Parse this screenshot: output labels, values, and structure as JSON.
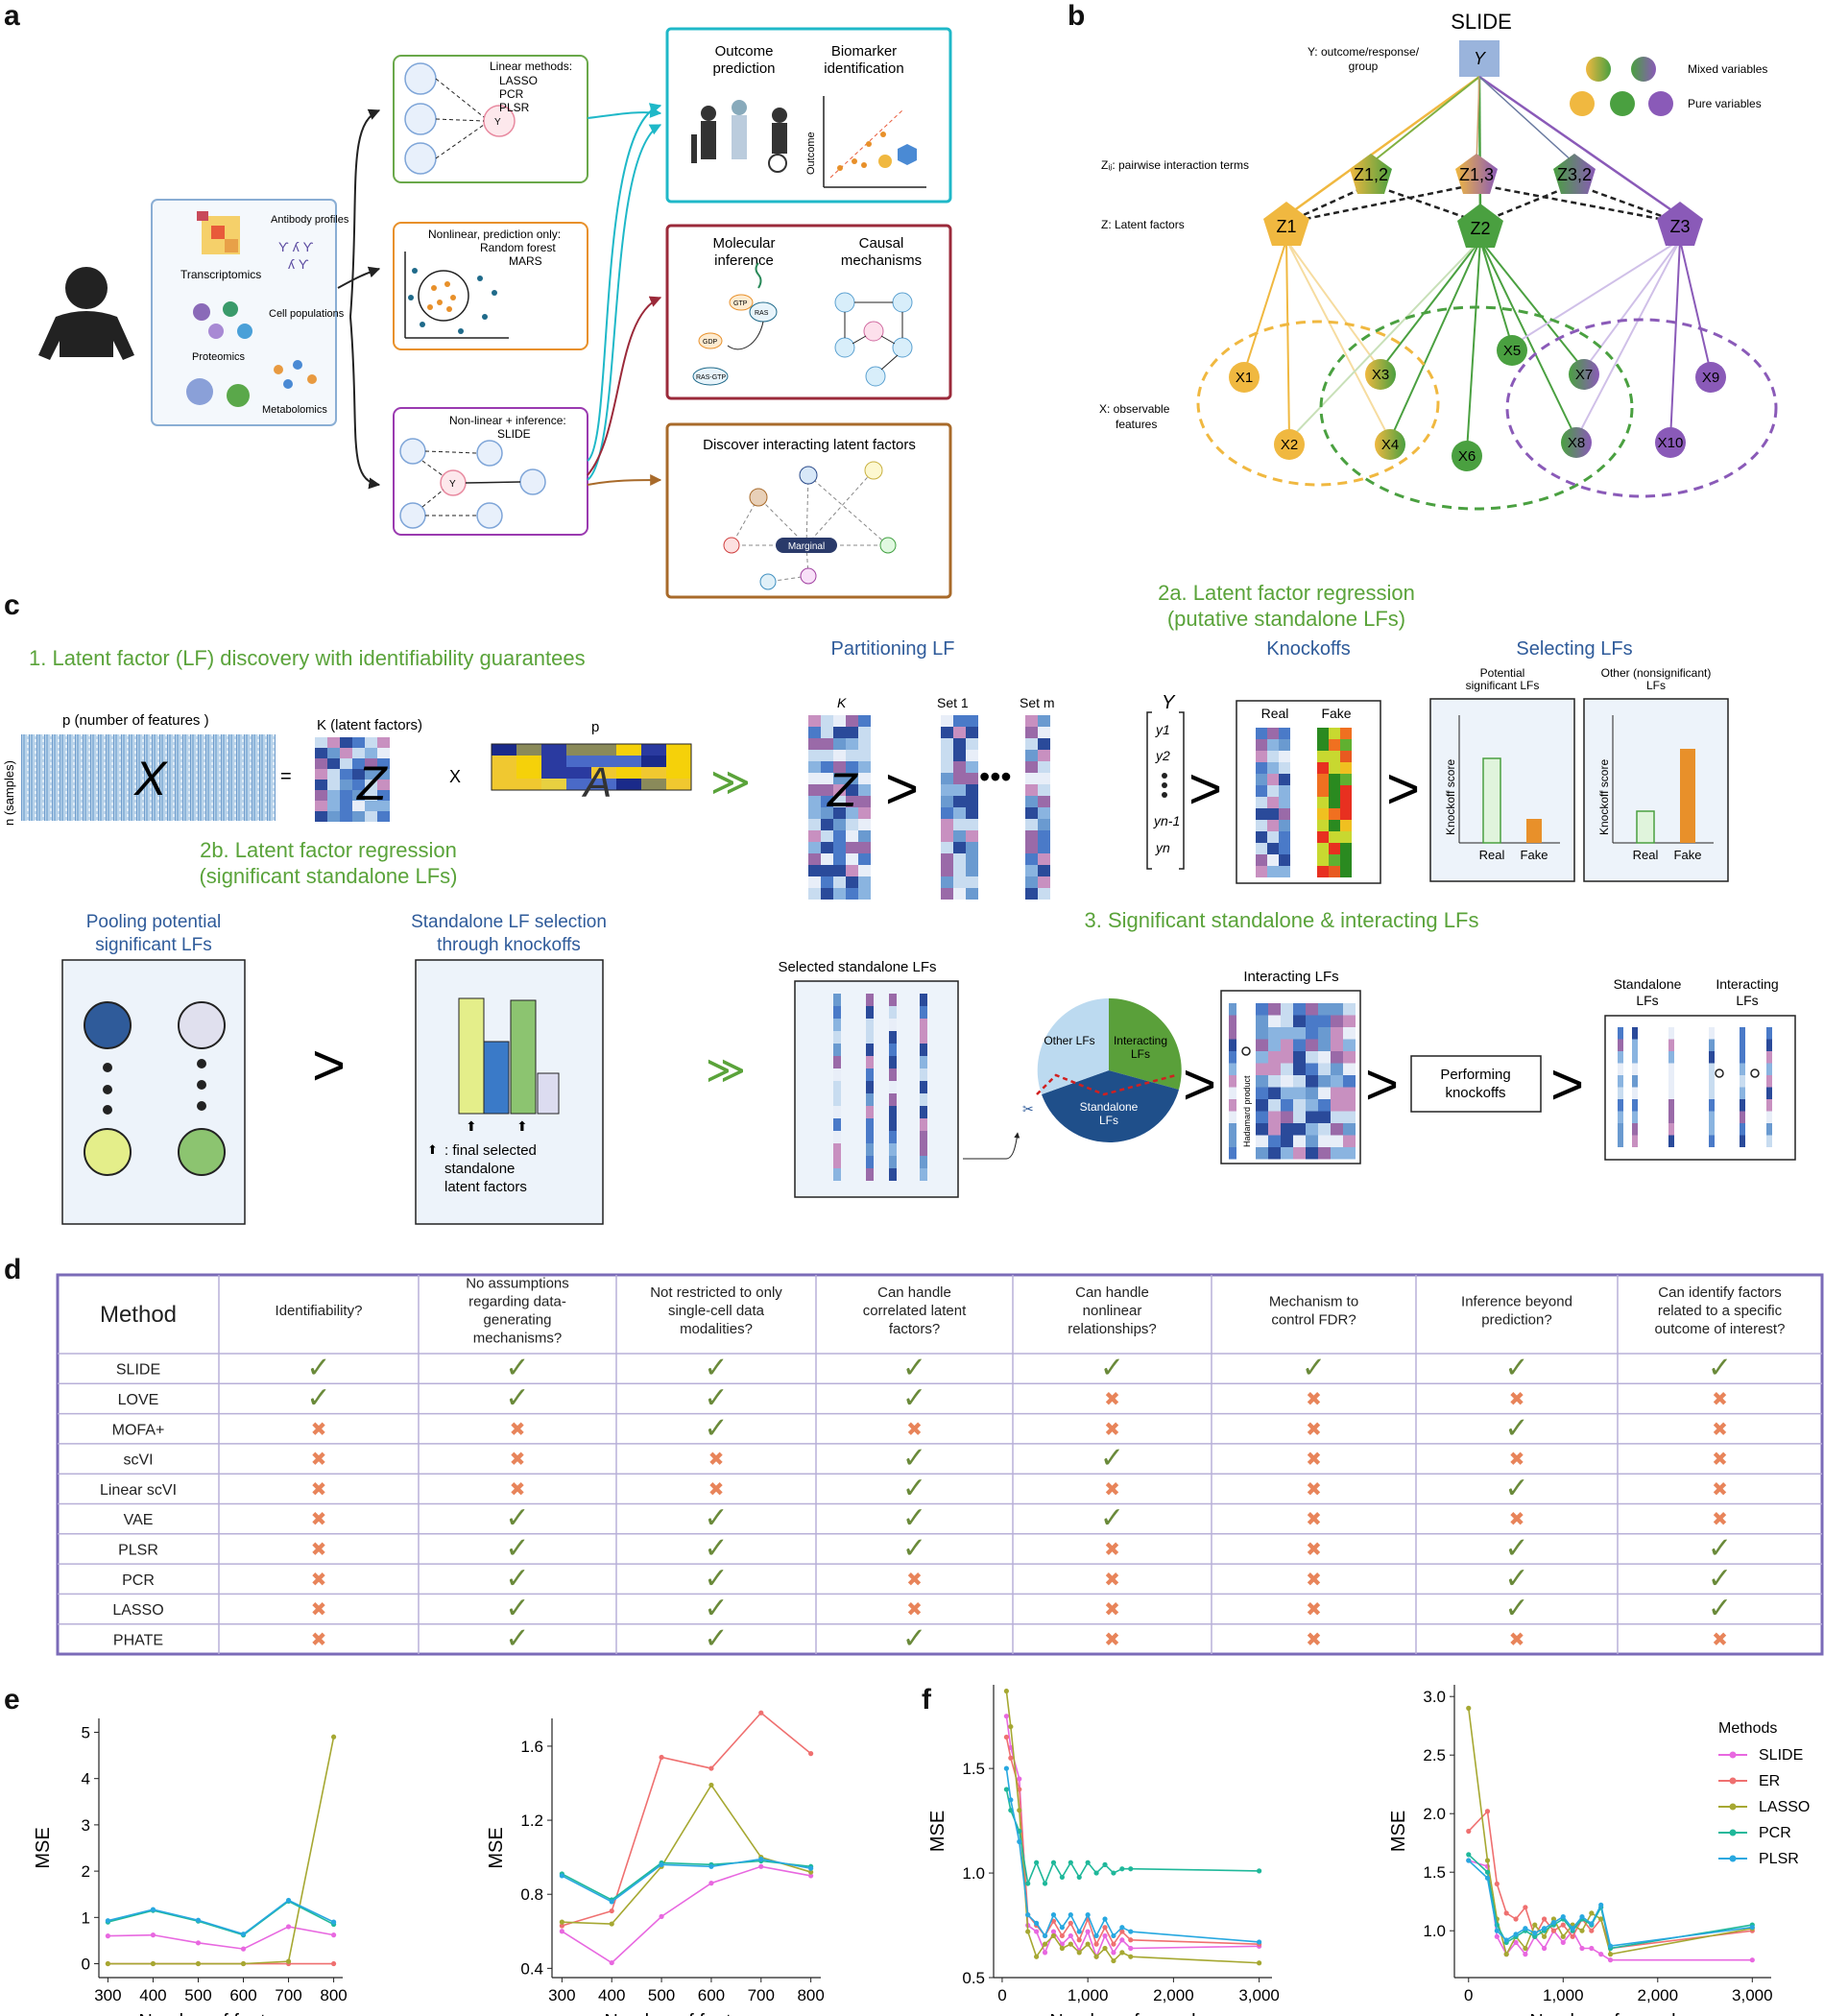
{
  "panel_labels": [
    "a",
    "b",
    "c",
    "d",
    "e",
    "f"
  ],
  "a": {
    "data_types": [
      "Transcriptomics",
      "Antibody profiles",
      "Cell populations",
      "Proteomics",
      "Metabolomics"
    ],
    "linear_box": {
      "title": "Linear methods:",
      "items": [
        "LASSO",
        "PCR",
        "PLSR"
      ],
      "node": "Y"
    },
    "nonlinear_box": {
      "title": "Nonlinear, prediction only:",
      "items": [
        "Random forest",
        "MARS"
      ]
    },
    "slide_box": {
      "title": "Non-linear + inference:",
      "items": [
        "SLIDE"
      ],
      "node": "Y"
    },
    "outcome_box": {
      "col1": [
        "Outcome",
        "prediction"
      ],
      "col2": [
        "Biomarker",
        "identification"
      ],
      "axis": "Outcome"
    },
    "molecular_box": {
      "col1": [
        "Molecular",
        "inference"
      ],
      "col2": [
        "Causal",
        "mechanisms"
      ],
      "molecules": [
        "GTP",
        "RAS",
        "GDP",
        "RAS-GTP"
      ]
    },
    "discover_box": {
      "title": "Discover interacting latent factors",
      "center": "Marginal"
    }
  },
  "b": {
    "title": "SLIDE",
    "y_label": [
      "Y: outcome/response/",
      "group"
    ],
    "y_node": "Y",
    "legend": {
      "mixed": "Mixed variables",
      "pure": "Pure variables"
    },
    "zij_label": "Zᵢⱼ: pairwise interaction terms",
    "z_label": "Z: Latent factors",
    "x_label": [
      "X: observable",
      "features"
    ],
    "z_nodes": [
      "Z1",
      "Z2",
      "Z3"
    ],
    "zij_nodes": [
      "Z1,2",
      "Z1,3",
      "Z3,2"
    ],
    "x_nodes": [
      "X1",
      "X2",
      "X3",
      "X4",
      "X5",
      "X6",
      "X7",
      "X8",
      "X9",
      "X10"
    ]
  },
  "c": {
    "step1": "1. Latent factor (LF) discovery with identifiability guarantees",
    "p_label": "p (number of features )",
    "n_label": "n (samples)",
    "k_label": "K (latent factors)",
    "p2": "p",
    "X": "X",
    "Z": "Z",
    "A": "A",
    "eq": "=",
    "times": "X",
    "partition_title": "Partitioning LF",
    "partition_cols": [
      "K",
      "Set 1",
      "Set m"
    ],
    "step2a": [
      "2a. Latent factor regression",
      "(putative standalone LFs)"
    ],
    "knockoffs_title": "Knockoffs",
    "real": "Real",
    "fake": "Fake",
    "y_vec": [
      "Y",
      "y1",
      "y2",
      "yn-1",
      "yn"
    ],
    "selecting_title": "Selecting LFs",
    "potential": [
      "Potential",
      "significant LFs"
    ],
    "other": [
      "Other (nonsignificant)",
      "LFs"
    ],
    "knockoff_score": "Knockoff score",
    "step2b": [
      "2b. Latent factor regression",
      "(significant standalone LFs)"
    ],
    "pooling": [
      "Pooling potential",
      "significant LFs"
    ],
    "standalone_sel": [
      "Standalone LF selection",
      "through knockoffs"
    ],
    "final_sel": [
      ": final selected",
      "standalone",
      "latent factors"
    ],
    "step3": "3. Significant standalone & interacting LFs",
    "selected_title": "Selected standalone LFs",
    "pie": {
      "other": "Other LFs",
      "interacting": [
        "Interacting",
        "LFs"
      ],
      "standalone": [
        "Standalone",
        "LFs"
      ]
    },
    "interacting_title": "Interacting LFs",
    "hadamard": "Hadamard product",
    "performing": [
      "Performing",
      "knockoffs"
    ],
    "final_cols": [
      [
        "Standalone",
        "LFs"
      ],
      [
        "Interacting",
        "LFs"
      ]
    ]
  },
  "d": {
    "headers": [
      [
        "Method"
      ],
      [
        "Identifiability?"
      ],
      [
        "No assumptions",
        "regarding data-",
        "generating",
        "mechanisms?"
      ],
      [
        "Not restricted to only",
        "single-cell data",
        "modalities?"
      ],
      [
        "Can handle",
        "correlated latent",
        "factors?"
      ],
      [
        "Can handle",
        "nonlinear",
        "relationships?"
      ],
      [
        "Mechanism to",
        "control FDR?"
      ],
      [
        "Inference beyond",
        "prediction?"
      ],
      [
        "Can identify factors",
        "related to a specific",
        "outcome of interest?"
      ]
    ],
    "rows": [
      {
        "method": "SLIDE",
        "vals": [
          1,
          1,
          1,
          1,
          1,
          1,
          1,
          1
        ]
      },
      {
        "method": "LOVE",
        "vals": [
          1,
          1,
          1,
          1,
          0,
          0,
          0,
          0
        ]
      },
      {
        "method": "MOFA+",
        "vals": [
          0,
          0,
          1,
          0,
          0,
          0,
          1,
          0
        ]
      },
      {
        "method": "scVI",
        "vals": [
          0,
          0,
          0,
          1,
          1,
          0,
          0,
          0
        ]
      },
      {
        "method": "Linear scVI",
        "vals": [
          0,
          0,
          0,
          1,
          0,
          0,
          1,
          0
        ]
      },
      {
        "method": "VAE",
        "vals": [
          0,
          1,
          1,
          1,
          1,
          0,
          0,
          0
        ]
      },
      {
        "method": "PLSR",
        "vals": [
          0,
          1,
          1,
          1,
          0,
          0,
          1,
          1
        ]
      },
      {
        "method": "PCR",
        "vals": [
          0,
          1,
          1,
          0,
          0,
          0,
          1,
          1
        ]
      },
      {
        "method": "LASSO",
        "vals": [
          0,
          1,
          1,
          0,
          0,
          0,
          1,
          1
        ]
      },
      {
        "method": "PHATE",
        "vals": [
          0,
          1,
          1,
          1,
          0,
          0,
          0,
          0
        ]
      }
    ],
    "check": "✓",
    "cross": "✖"
  },
  "colors": {
    "green_title": "#5aa33a",
    "blue_title": "#2f5b9a",
    "table_border": "#7b6bb8",
    "check": "#6a8a3a",
    "cross": "#e8845a",
    "slide": "#e868e0",
    "er": "#ef7070",
    "lasso": "#a6a832",
    "pcr": "#1fb89a",
    "plsr": "#28a8e0"
  },
  "chart_data": [
    {
      "type": "line",
      "panel": "e1",
      "xlabel": "Number of features",
      "ylabel": "MSE",
      "xlim": [
        280,
        820
      ],
      "ylim": [
        -0.3,
        5.3
      ],
      "xticks": [
        300,
        400,
        500,
        600,
        700,
        800
      ],
      "yticks": [
        0,
        1,
        2,
        3,
        4,
        5
      ],
      "x": [
        300,
        400,
        500,
        600,
        700,
        800
      ],
      "series": [
        {
          "name": "SLIDE",
          "color": "#e868e0",
          "values": [
            0.6,
            0.62,
            0.45,
            0.32,
            0.8,
            0.62
          ]
        },
        {
          "name": "ER",
          "color": "#ef7070",
          "values": [
            0.0,
            0.0,
            0.0,
            0.0,
            0.0,
            0.0
          ]
        },
        {
          "name": "LASSO",
          "color": "#a6a832",
          "values": [
            0.0,
            0.0,
            0.0,
            0.0,
            0.05,
            4.9
          ]
        },
        {
          "name": "PCR",
          "color": "#1fb89a",
          "values": [
            0.9,
            1.15,
            0.92,
            0.62,
            1.35,
            0.85
          ]
        },
        {
          "name": "PLSR",
          "color": "#28a8e0",
          "values": [
            0.93,
            1.17,
            0.94,
            0.64,
            1.37,
            0.9
          ]
        }
      ]
    },
    {
      "type": "line",
      "panel": "e2",
      "xlabel": "Number of features",
      "ylabel": "MSE",
      "xlim": [
        280,
        820
      ],
      "ylim": [
        0.35,
        1.75
      ],
      "xticks": [
        300,
        400,
        500,
        600,
        700,
        800
      ],
      "yticks": [
        0.4,
        0.8,
        1.2,
        1.6
      ],
      "x": [
        300,
        400,
        500,
        600,
        700,
        800
      ],
      "series": [
        {
          "name": "SLIDE",
          "color": "#e868e0",
          "values": [
            0.6,
            0.43,
            0.68,
            0.86,
            0.95,
            0.9
          ]
        },
        {
          "name": "ER",
          "color": "#ef7070",
          "values": [
            0.63,
            0.71,
            1.54,
            1.48,
            1.78,
            1.56
          ]
        },
        {
          "name": "LASSO",
          "color": "#a6a832",
          "values": [
            0.65,
            0.64,
            0.95,
            1.39,
            1.0,
            0.92
          ]
        },
        {
          "name": "PCR",
          "color": "#1fb89a",
          "values": [
            0.91,
            0.77,
            0.97,
            0.96,
            0.98,
            0.95
          ]
        },
        {
          "name": "PLSR",
          "color": "#28a8e0",
          "values": [
            0.9,
            0.76,
            0.96,
            0.95,
            0.99,
            0.94
          ]
        }
      ]
    },
    {
      "type": "line",
      "panel": "f1",
      "xlabel": "Number of samples",
      "ylabel": "MSE",
      "xlim": [
        -100,
        3150
      ],
      "ylim": [
        0.5,
        1.9
      ],
      "xticks": [
        0,
        1000,
        2000,
        3000
      ],
      "xticklabels": [
        "0",
        "1,000",
        "2,000",
        "3,000"
      ],
      "yticks": [
        0.5,
        1.0,
        1.5
      ],
      "x": [
        50,
        100,
        200,
        300,
        400,
        500,
        600,
        700,
        800,
        900,
        1000,
        1100,
        1200,
        1300,
        1400,
        1500,
        3000
      ],
      "series": [
        {
          "name": "SLIDE",
          "color": "#e868e0",
          "values": [
            1.75,
            1.6,
            1.45,
            0.75,
            0.72,
            0.62,
            0.72,
            0.66,
            0.7,
            0.63,
            0.72,
            0.6,
            0.7,
            0.62,
            0.68,
            0.64,
            0.65
          ]
        },
        {
          "name": "ER",
          "color": "#ef7070",
          "values": [
            1.65,
            1.55,
            1.4,
            0.8,
            0.75,
            0.7,
            0.77,
            0.7,
            0.76,
            0.68,
            0.78,
            0.66,
            0.74,
            0.66,
            0.72,
            0.68,
            0.66
          ]
        },
        {
          "name": "LASSO",
          "color": "#a6a832",
          "values": [
            1.87,
            1.7,
            1.3,
            0.72,
            0.6,
            0.66,
            0.7,
            0.64,
            0.66,
            0.62,
            0.66,
            0.6,
            0.64,
            0.58,
            0.62,
            0.6,
            0.57
          ]
        },
        {
          "name": "PCR",
          "color": "#1fb89a",
          "values": [
            1.4,
            1.3,
            1.2,
            0.95,
            1.05,
            0.95,
            1.05,
            0.98,
            1.05,
            0.98,
            1.05,
            1.0,
            1.04,
            1.0,
            1.02,
            1.02,
            1.01
          ]
        },
        {
          "name": "PLSR",
          "color": "#28a8e0",
          "values": [
            1.5,
            1.35,
            1.15,
            0.8,
            0.76,
            0.7,
            0.8,
            0.74,
            0.8,
            0.72,
            0.8,
            0.7,
            0.78,
            0.7,
            0.74,
            0.72,
            0.67
          ]
        }
      ]
    },
    {
      "type": "line",
      "panel": "f2",
      "xlabel": "Number of samples",
      "ylabel": "MSE",
      "xlim": [
        -150,
        3200
      ],
      "ylim": [
        0.6,
        3.1
      ],
      "xticks": [
        0,
        1000,
        2000,
        3000
      ],
      "xticklabels": [
        "0",
        "1,000",
        "2,000",
        "3,000"
      ],
      "yticks": [
        1.0,
        1.5,
        2.0,
        2.5,
        3.0
      ],
      "legend_title": "Methods",
      "legend": [
        "SLIDE",
        "ER",
        "LASSO",
        "PCR",
        "PLSR"
      ],
      "x": [
        0,
        200,
        300,
        400,
        500,
        600,
        700,
        800,
        900,
        1000,
        1100,
        1200,
        1300,
        1400,
        1500,
        3000
      ],
      "series": [
        {
          "name": "SLIDE",
          "color": "#e868e0",
          "values": [
            1.6,
            1.55,
            0.95,
            0.8,
            0.9,
            0.8,
            0.95,
            0.85,
            1.0,
            0.9,
            1.0,
            0.85,
            0.85,
            0.8,
            0.75,
            0.75
          ]
        },
        {
          "name": "ER",
          "color": "#ef7070",
          "values": [
            1.85,
            2.02,
            1.4,
            1.15,
            1.1,
            1.2,
            0.95,
            1.1,
            1.0,
            1.05,
            0.95,
            1.1,
            1.0,
            1.1,
            0.85,
            1.0
          ]
        },
        {
          "name": "LASSO",
          "color": "#a6a832",
          "values": [
            2.9,
            1.6,
            1.1,
            0.8,
            0.95,
            0.85,
            1.05,
            0.95,
            1.1,
            0.95,
            1.05,
            1.0,
            1.15,
            1.1,
            0.8,
            1.02
          ]
        },
        {
          "name": "PCR",
          "color": "#1fb89a",
          "values": [
            1.65,
            1.5,
            1.05,
            0.9,
            0.95,
            1.0,
            0.95,
            1.0,
            1.05,
            1.1,
            1.0,
            1.1,
            1.05,
            1.2,
            0.85,
            1.05
          ]
        },
        {
          "name": "PLSR",
          "color": "#28a8e0",
          "values": [
            1.6,
            1.45,
            1.0,
            0.92,
            0.97,
            1.02,
            0.98,
            1.02,
            1.07,
            1.12,
            1.02,
            1.12,
            1.06,
            1.22,
            0.87,
            1.03
          ]
        }
      ]
    }
  ]
}
